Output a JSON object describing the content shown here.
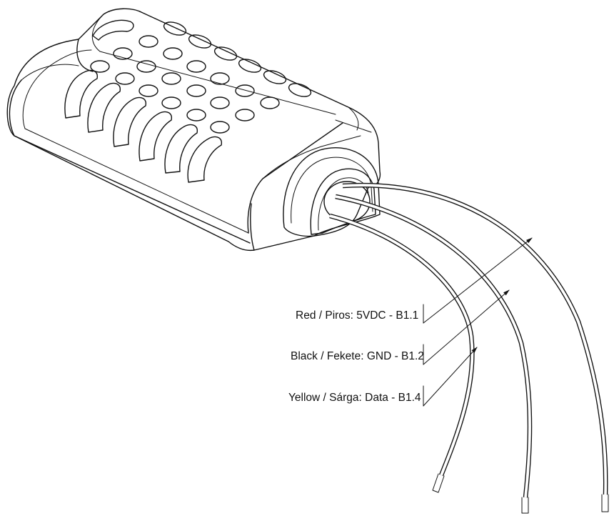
{
  "labels": {
    "red": "Red / Piros: 5VDC - B1.1",
    "black": "Black / Fekete: GND - B1.2",
    "yellow": "Yellow / Sárga: Data - B1.4"
  }
}
